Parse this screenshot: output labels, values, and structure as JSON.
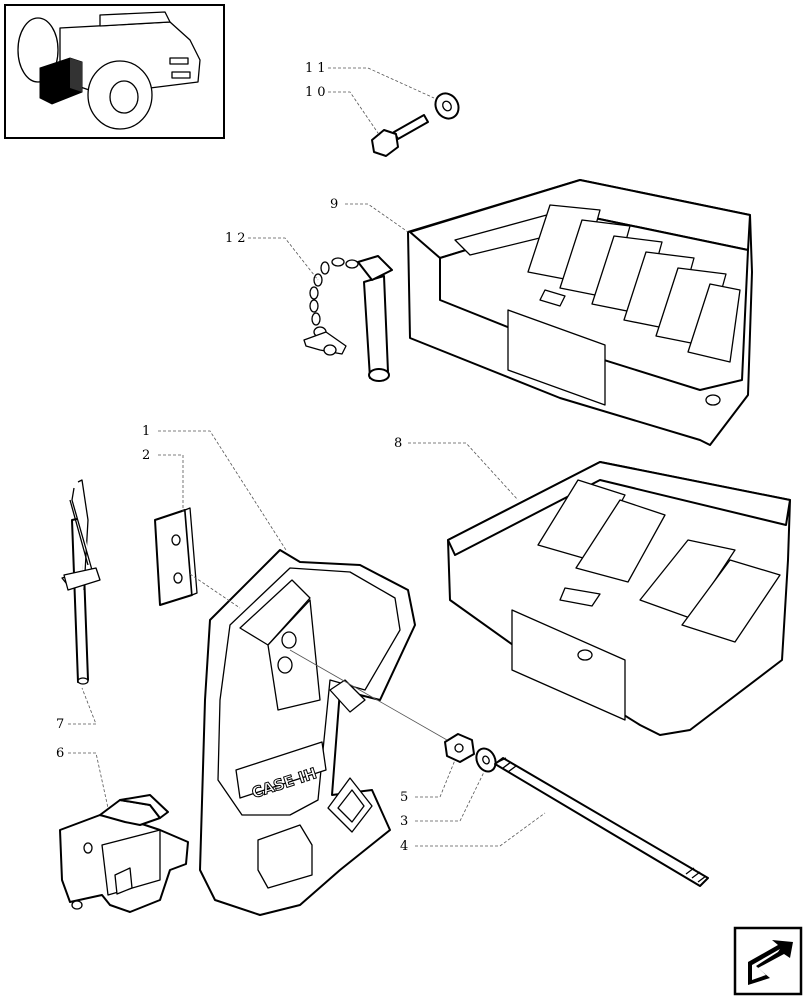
{
  "callouts": [
    {
      "id": "c1",
      "text": "1"
    },
    {
      "id": "c2",
      "text": "2"
    },
    {
      "id": "c3",
      "text": "3"
    },
    {
      "id": "c4",
      "text": "4"
    },
    {
      "id": "c5",
      "text": "5"
    },
    {
      "id": "c6",
      "text": "6"
    },
    {
      "id": "c7",
      "text": "7"
    },
    {
      "id": "c8",
      "text": "8"
    },
    {
      "id": "c9",
      "text": "9"
    },
    {
      "id": "c10",
      "text": "10"
    },
    {
      "id": "c11",
      "text": "11"
    },
    {
      "id": "c12",
      "text": "12"
    }
  ],
  "logo_text": "CASE IH",
  "thumbnail": {
    "icon": "tractor-locator-icon"
  },
  "navigation": {
    "icon": "next-page-arrow-icon"
  }
}
